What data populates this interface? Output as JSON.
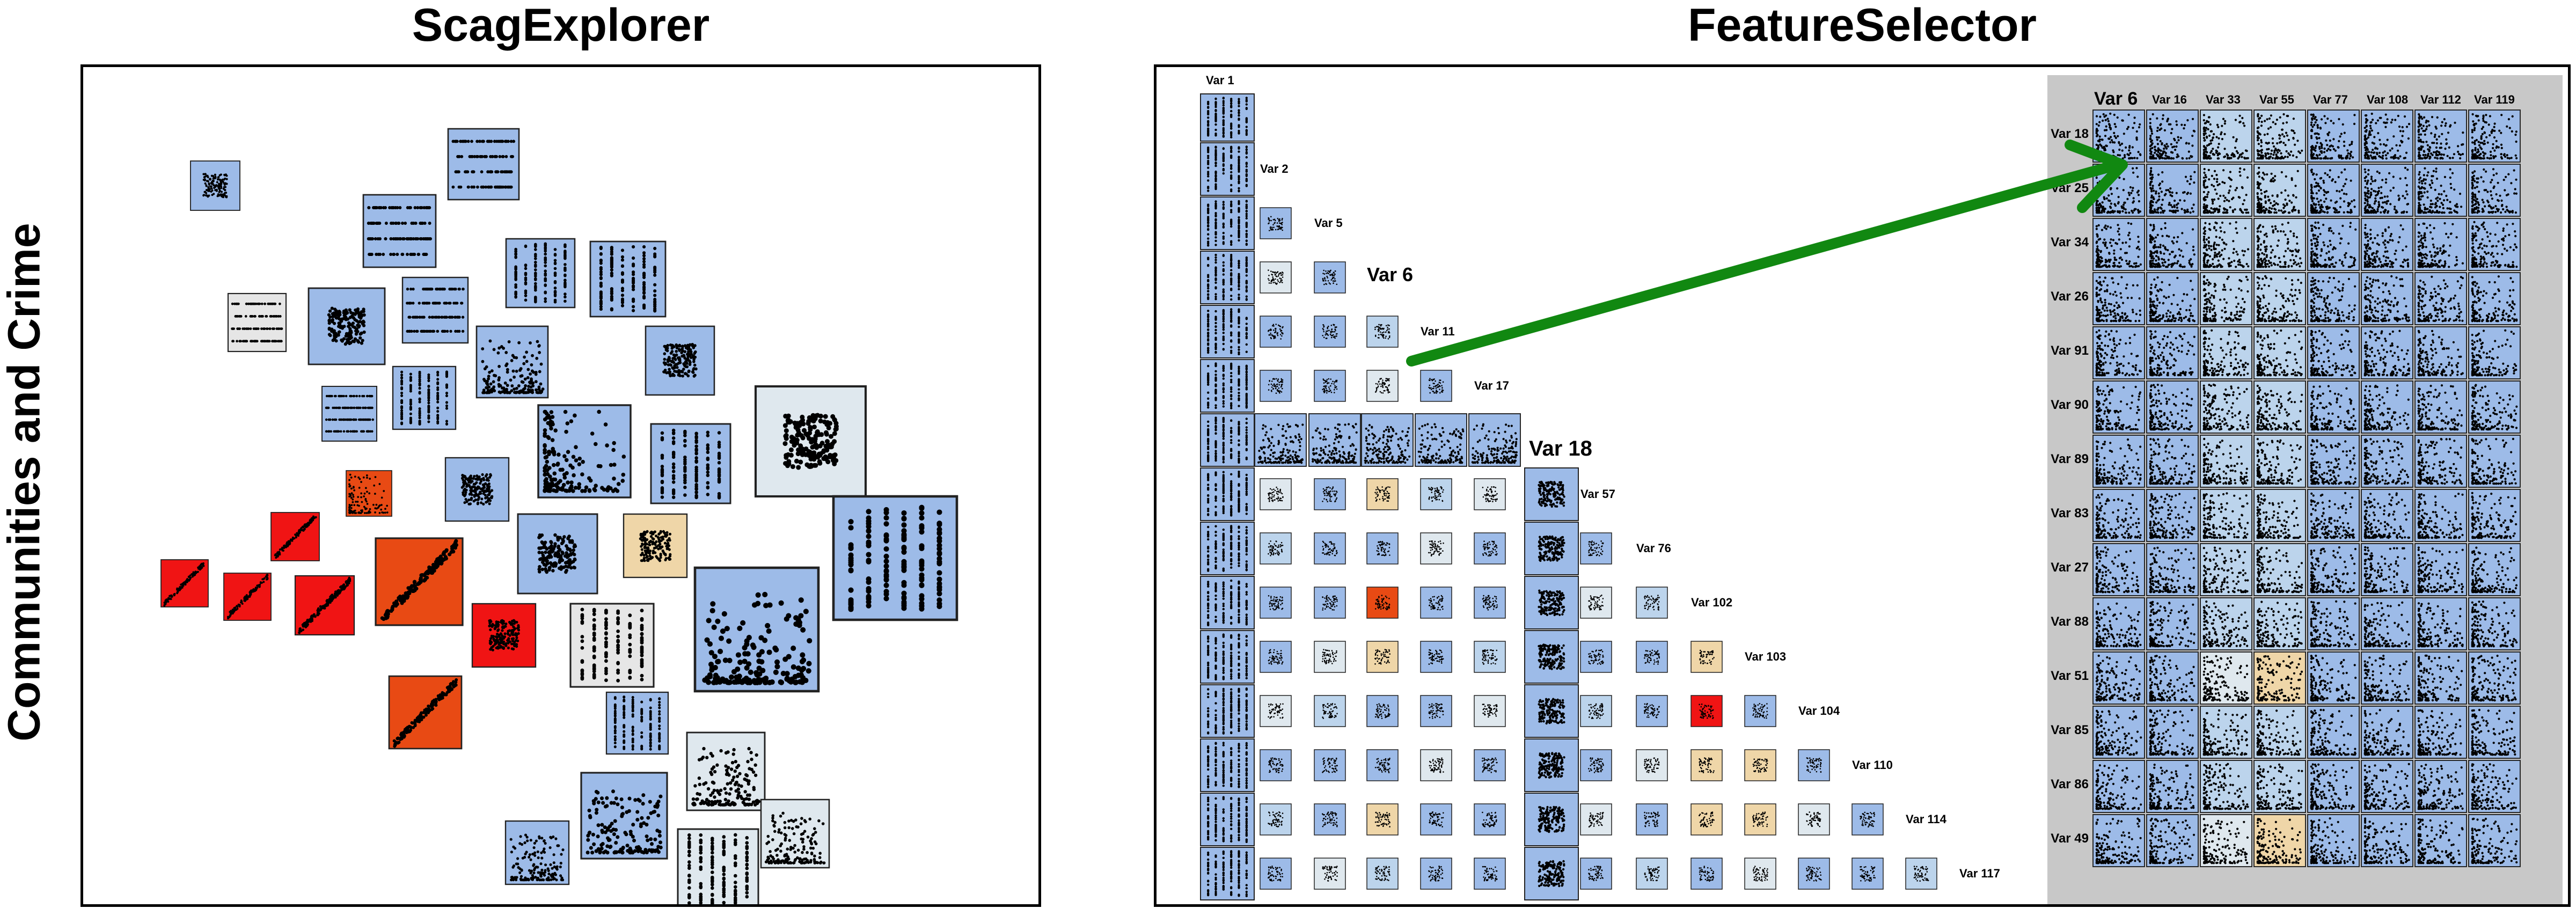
{
  "left_panel": {
    "title": "ScagExplorer",
    "dataset_label": "Communities and Crime"
  },
  "right_panel": {
    "title": "FeatureSelector",
    "triangle_row_labels": [
      "Var 1",
      "Var 2",
      "Var 5",
      "Var 6",
      "Var 11",
      "Var 17",
      "Var 18",
      "Var 57",
      "Var 76",
      "Var 102",
      "Var 103",
      "Var 104",
      "Var 110",
      "Var 114",
      "Var 117"
    ],
    "highlight_label": "Var 18",
    "selector_corner_label": "Var 6",
    "selector_column_labels": [
      "Var 16",
      "Var 33",
      "Var 55",
      "Var 77",
      "Var 108",
      "Var 112",
      "Var 119"
    ],
    "selector_row_labels": [
      "Var 18",
      "Var 25",
      "Var 34",
      "Var 26",
      "Var 91",
      "Var 90",
      "Var 89",
      "Var 83",
      "Var 27",
      "Var 88",
      "Var 51",
      "Var 85",
      "Var 86",
      "Var 49"
    ]
  },
  "colors": {
    "blue": "#9dbbe8",
    "light_blue": "#bcd4ec",
    "pale": "#dfe8ee",
    "gray": "#e6e6e6",
    "tan": "#efd6a8",
    "orange": "#f28b2a",
    "red_orange": "#e84a14",
    "red": "#f01414",
    "selector_bg": "#c8c8c8",
    "arrow": "#118811"
  }
}
